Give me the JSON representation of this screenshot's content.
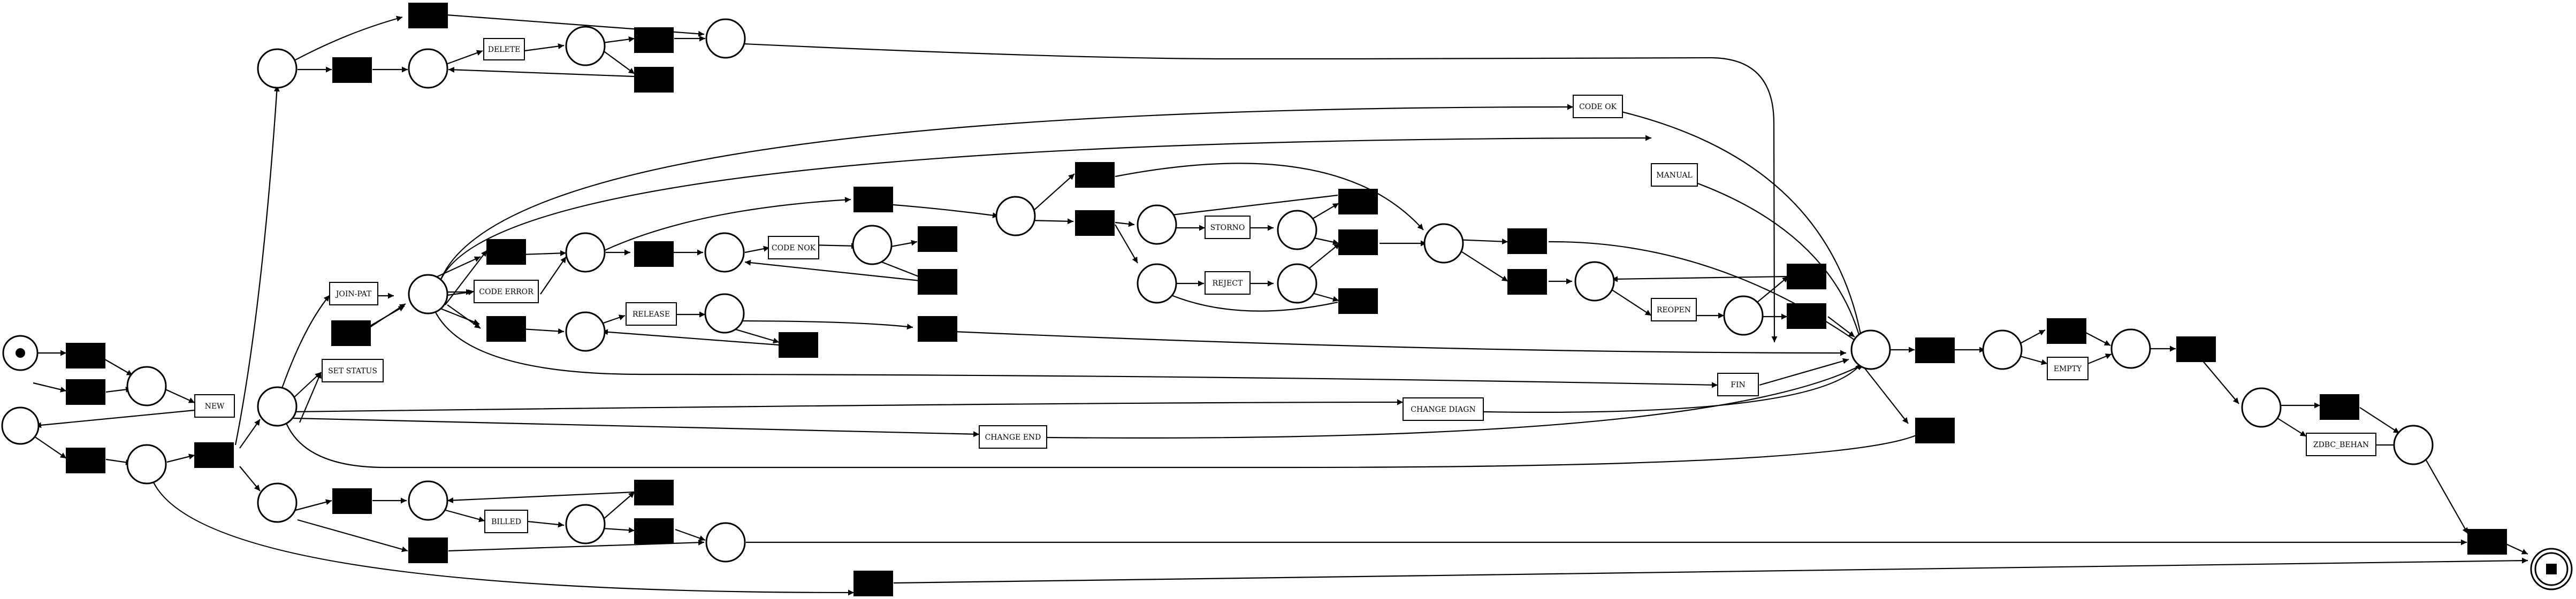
{
  "diagram": {
    "type": "petri-net",
    "transitions": [
      {
        "id": "t_new",
        "label": "NEW"
      },
      {
        "id": "t_delete",
        "label": "DELETE"
      },
      {
        "id": "t_code_ok",
        "label": "CODE OK"
      },
      {
        "id": "t_manual",
        "label": "MANUAL"
      },
      {
        "id": "t_code_nok",
        "label": "CODE NOK"
      },
      {
        "id": "t_storno",
        "label": "STORNO"
      },
      {
        "id": "t_reject",
        "label": "REJECT"
      },
      {
        "id": "t_reopen",
        "label": "REOPEN"
      },
      {
        "id": "t_join_pat",
        "label": "JOIN-PAT"
      },
      {
        "id": "t_code_error",
        "label": "CODE ERROR"
      },
      {
        "id": "t_release",
        "label": "RELEASE"
      },
      {
        "id": "t_set_status",
        "label": "SET STATUS"
      },
      {
        "id": "t_fin",
        "label": "FIN"
      },
      {
        "id": "t_change_diagn",
        "label": "CHANGE DIAGN"
      },
      {
        "id": "t_change_end",
        "label": "CHANGE END"
      },
      {
        "id": "t_empty",
        "label": "EMPTY"
      },
      {
        "id": "t_zdbc_behan",
        "label": "ZDBC_BEHAN"
      },
      {
        "id": "t_billed",
        "label": "BILLED"
      }
    ]
  }
}
